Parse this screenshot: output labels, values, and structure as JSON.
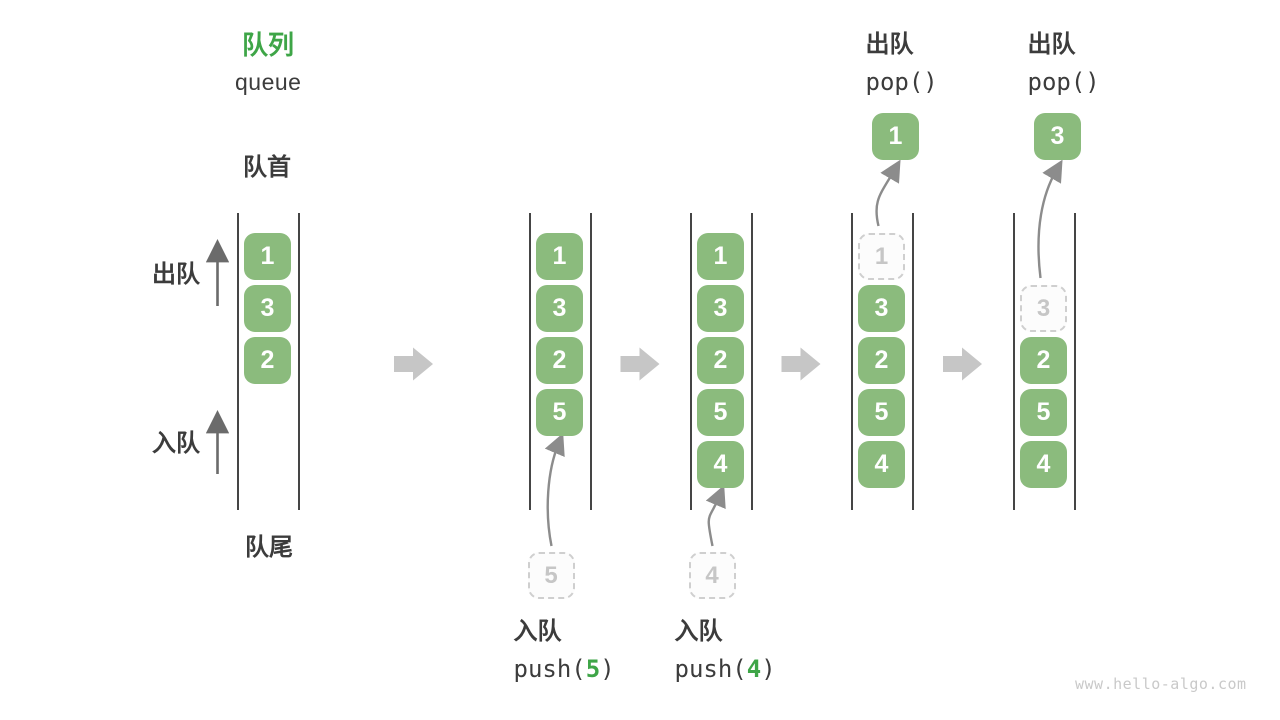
{
  "header": {
    "title_zh": "队列",
    "title_en": "queue"
  },
  "side_labels": {
    "front": "队首",
    "rear": "队尾",
    "dequeue": "出队",
    "enqueue": "入队"
  },
  "page": {
    "watermark": "www.hello-algo.com"
  },
  "colors": {
    "box_green": "#8bbb7d",
    "accent_green": "#3ea547",
    "label_dark": "#3c3c3c",
    "wall_gray": "#454545",
    "arrow_gray": "#8c8c8c",
    "side_arrow_gray": "#6b6b6b",
    "block_arrow_gray": "#c6c6c6",
    "ghost_border": "#cfcfcf",
    "ghost_text": "#c6c6c6",
    "watermark_gray": "#c9c9c9"
  },
  "stages": [
    {
      "cells": [
        {
          "row": 0,
          "value": "1",
          "state": "filled"
        },
        {
          "row": 1,
          "value": "3",
          "state": "filled"
        },
        {
          "row": 2,
          "value": "2",
          "state": "filled"
        }
      ]
    },
    {
      "cells": [
        {
          "row": 0,
          "value": "1",
          "state": "filled"
        },
        {
          "row": 1,
          "value": "3",
          "state": "filled"
        },
        {
          "row": 2,
          "value": "2",
          "state": "filled"
        },
        {
          "row": 3,
          "value": "5",
          "state": "filled"
        }
      ],
      "incoming": {
        "value": "5"
      },
      "action_bottom": {
        "label": "入队",
        "code_before": "push(",
        "code_value": "5",
        "code_after": ")"
      }
    },
    {
      "cells": [
        {
          "row": 0,
          "value": "1",
          "state": "filled"
        },
        {
          "row": 1,
          "value": "3",
          "state": "filled"
        },
        {
          "row": 2,
          "value": "2",
          "state": "filled"
        },
        {
          "row": 3,
          "value": "5",
          "state": "filled"
        },
        {
          "row": 4,
          "value": "4",
          "state": "filled"
        }
      ],
      "incoming": {
        "value": "4"
      },
      "action_bottom": {
        "label": "入队",
        "code_before": "push(",
        "code_value": "4",
        "code_after": ")"
      }
    },
    {
      "cells": [
        {
          "row": 0,
          "value": "1",
          "state": "ghost"
        },
        {
          "row": 1,
          "value": "3",
          "state": "filled"
        },
        {
          "row": 2,
          "value": "2",
          "state": "filled"
        },
        {
          "row": 3,
          "value": "5",
          "state": "filled"
        },
        {
          "row": 4,
          "value": "4",
          "state": "filled"
        }
      ],
      "popped": {
        "value": "1"
      },
      "action_top": {
        "label": "出队",
        "code": "pop()"
      }
    },
    {
      "cells": [
        {
          "row": 1,
          "value": "3",
          "state": "ghost"
        },
        {
          "row": 2,
          "value": "2",
          "state": "filled"
        },
        {
          "row": 3,
          "value": "5",
          "state": "filled"
        },
        {
          "row": 4,
          "value": "4",
          "state": "filled"
        }
      ],
      "popped": {
        "value": "3"
      },
      "action_top": {
        "label": "出队",
        "code": "pop()"
      }
    }
  ]
}
